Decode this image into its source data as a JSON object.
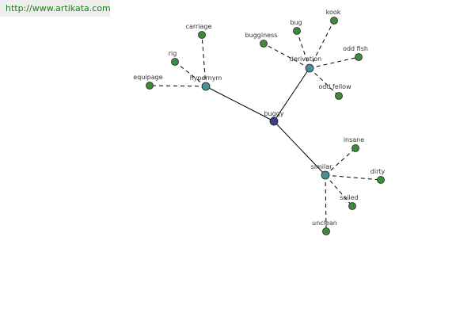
{
  "header": {
    "site_url": "http://www.artikata.com"
  },
  "graph": {
    "colors": {
      "center": "#3b3f8a",
      "relation": "#4a8f98",
      "leaf": "#3f8a3a",
      "stroke": "#222222",
      "edge": "#000000"
    },
    "center": {
      "id": "buggy",
      "label": "buggy"
    },
    "relations": [
      {
        "id": "hypernym",
        "label": "hypernym",
        "words": [
          {
            "id": "carriage",
            "label": "carriage"
          },
          {
            "id": "rig",
            "label": "rig"
          },
          {
            "id": "equipage",
            "label": "equipage"
          }
        ]
      },
      {
        "id": "derivation",
        "label": "derivation",
        "words": [
          {
            "id": "bugginess",
            "label": "bugginess"
          },
          {
            "id": "bug",
            "label": "bug"
          },
          {
            "id": "kook",
            "label": "kook"
          },
          {
            "id": "odd-fish",
            "label": "odd fish"
          },
          {
            "id": "odd-fellow",
            "label": "odd fellow"
          }
        ]
      },
      {
        "id": "similar",
        "label": "similar",
        "words": [
          {
            "id": "insane",
            "label": "insane"
          },
          {
            "id": "dirty",
            "label": "dirty"
          },
          {
            "id": "soiled",
            "label": "soiled"
          },
          {
            "id": "unclean",
            "label": "unclean"
          }
        ]
      }
    ]
  }
}
